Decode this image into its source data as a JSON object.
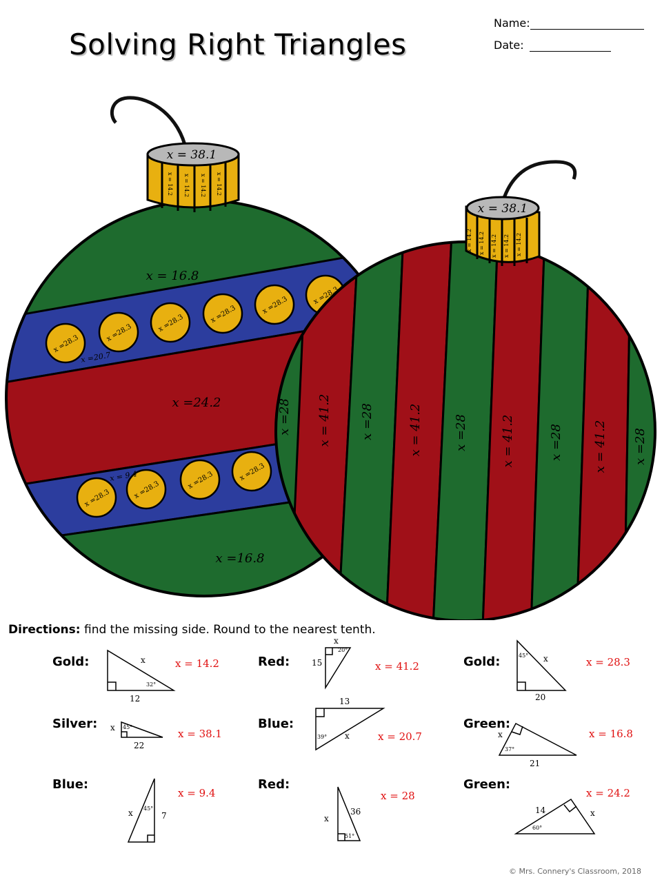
{
  "header": {
    "title": "Solving Right Triangles",
    "name_label": "Name:",
    "date_label": "Date:"
  },
  "ornament_left": {
    "cap_top": "x = 38.1",
    "cap_stripe": "x = 14.2",
    "top_band": "x = 16.8",
    "upper_blue_band": "x =20.7",
    "gold_dots_upper": "x =28.3",
    "middle_band": "x =24.2",
    "lower_blue_band": "x = 9.4",
    "gold_dots_lower": "x =28.3",
    "bottom_band": "x =16.8"
  },
  "ornament_right": {
    "cap_top": "x = 38.1",
    "cap_stripe": "x = 14.2",
    "stripes": [
      "x =28",
      "x = 41.2",
      "x =28",
      "x = 41.2",
      "x =28",
      "x = 41.2",
      "x =28",
      "x = 41.2",
      "x =28"
    ]
  },
  "colors": {
    "green": "#1e6b2e",
    "red": "#a01018",
    "blue": "#2c3d9e",
    "gold": "#e8b010",
    "silver": "#b8b8b8",
    "answer_red": "#e01010"
  },
  "directions": {
    "label": "Directions:",
    "text": " find the missing side. Round to the nearest tenth."
  },
  "problems": [
    {
      "color": "Gold:",
      "answer": "x = 14.2",
      "labels": [
        "x",
        "32°",
        "12"
      ]
    },
    {
      "color": "Red:",
      "answer": "x = 41.2",
      "labels": [
        "x",
        "20°",
        "15"
      ]
    },
    {
      "color": "Gold:",
      "answer": "x = 28.3",
      "labels": [
        "45°",
        "x",
        "20"
      ]
    },
    {
      "color": "Silver:",
      "answer": "x = 38.1",
      "labels": [
        "x",
        "45°",
        "22"
      ]
    },
    {
      "color": "Blue:",
      "answer": "x = 20.7",
      "labels": [
        "13",
        "39°",
        "x"
      ]
    },
    {
      "color": "Green:",
      "answer": "x = 16.8",
      "labels": [
        "x",
        "37°",
        "21"
      ]
    },
    {
      "color": "Blue:",
      "answer": "x = 9.4",
      "labels": [
        "x",
        "45°",
        "7"
      ]
    },
    {
      "color": "Red:",
      "answer": "x = 28",
      "labels": [
        "x",
        "36",
        "51°"
      ]
    },
    {
      "color": "Green:",
      "answer": "x = 24.2",
      "labels": [
        "14",
        "x",
        "60°"
      ]
    }
  ],
  "footer": {
    "copyright": "© Mrs. Connery's Classroom, 2018"
  }
}
